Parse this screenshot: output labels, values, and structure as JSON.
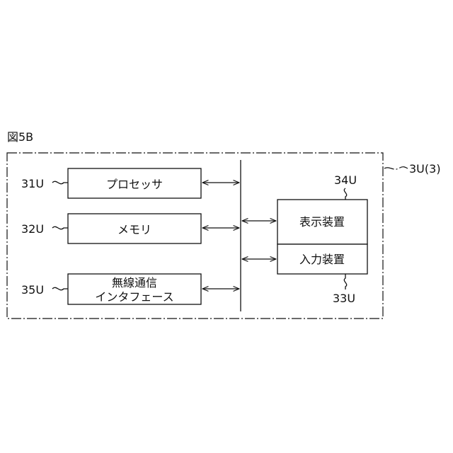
{
  "figure_label": "図5B",
  "system": {
    "ref": "3U(3)"
  },
  "blocks": {
    "processor": {
      "label": "プロセッサ",
      "ref": "31U"
    },
    "memory": {
      "label": "メモリ",
      "ref": "32U"
    },
    "wireless": {
      "label_line1": "無線通信",
      "label_line2": "インタフェース",
      "ref": "35U"
    },
    "display": {
      "label": "表示装置",
      "ref": "34U"
    },
    "input": {
      "label": "入力装置",
      "ref": "33U"
    }
  }
}
